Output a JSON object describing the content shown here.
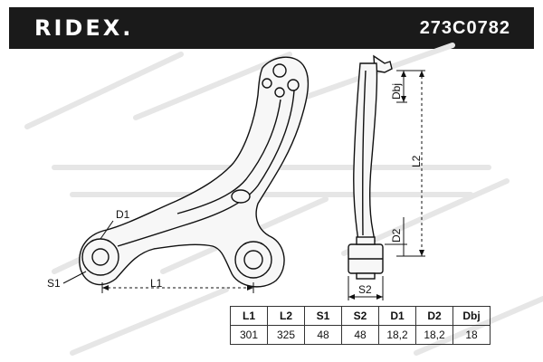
{
  "header": {
    "brand": "RIDEX.",
    "part_number": "273C0782"
  },
  "labels": {
    "d1": "D1",
    "s1": "S1",
    "l1": "L1",
    "l2": "L2",
    "dbj": "Dbj",
    "d2": "D2",
    "s2": "S2"
  },
  "specs": {
    "headers": [
      "L1",
      "L2",
      "S1",
      "S2",
      "D1",
      "D2",
      "Dbj"
    ],
    "values": [
      "301",
      "325",
      "48",
      "48",
      "18,2",
      "18,2",
      "18"
    ]
  },
  "colors": {
    "header_bg": "#1a1a1a",
    "line": "#111111",
    "part_fill": "#f7f7f7"
  }
}
